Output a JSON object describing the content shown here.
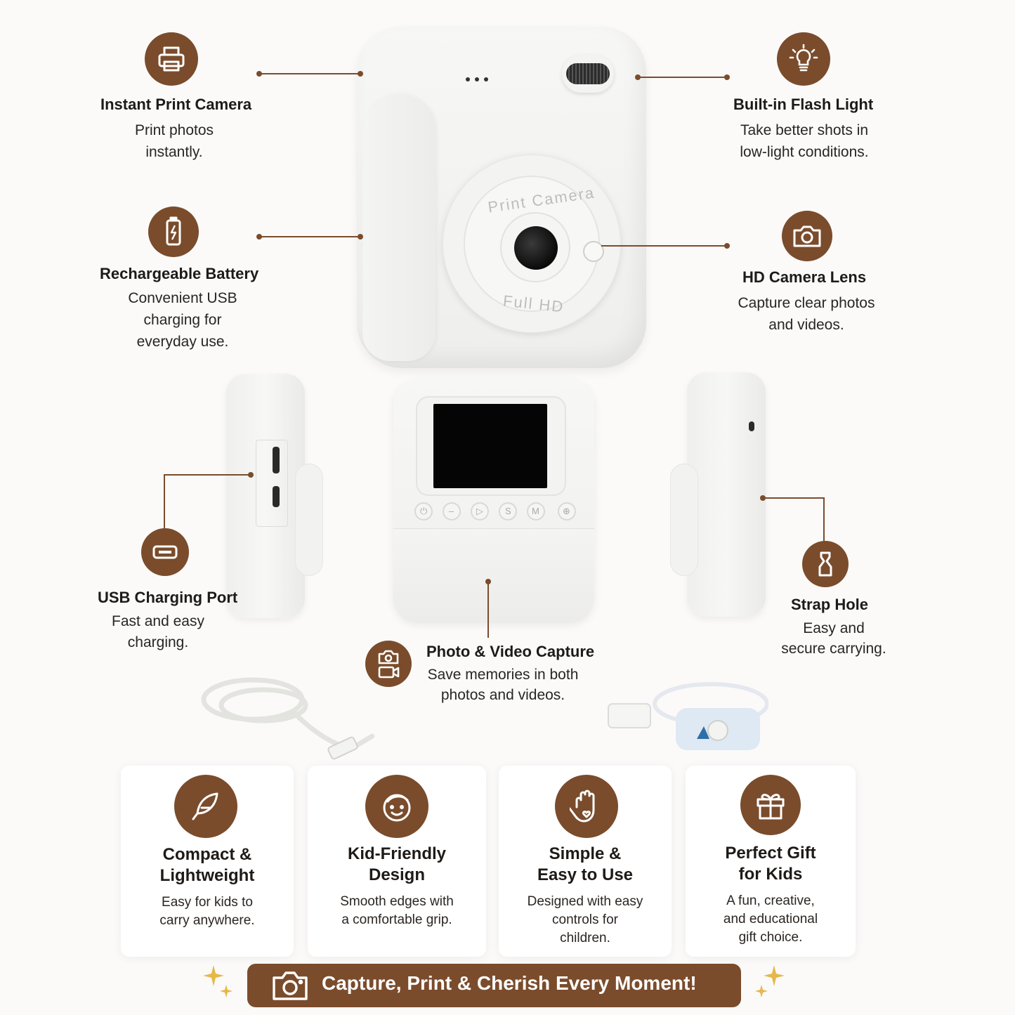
{
  "features": {
    "instant_print": {
      "title": "Instant Print Camera",
      "desc": [
        "Print photos",
        "instantly."
      ],
      "icon": "printer-icon"
    },
    "flash": {
      "title": "Built-in Flash Light",
      "desc": [
        "Take better shots in",
        "low-light conditions."
      ],
      "icon": "lightbulb-icon"
    },
    "battery": {
      "title": "Rechargeable Battery",
      "desc": [
        "Convenient USB",
        "charging for",
        "everyday use."
      ],
      "icon": "battery-icon"
    },
    "lens": {
      "title": "HD Camera Lens",
      "desc": [
        "Capture clear photos",
        "and videos."
      ],
      "icon": "camera-icon"
    },
    "usb": {
      "title": "USB Charging Port",
      "desc": [
        "Fast and easy",
        "charging."
      ],
      "icon": "usb-port-icon"
    },
    "strap": {
      "title": "Strap Hole",
      "desc": [
        "Easy and",
        "secure carrying."
      ],
      "icon": "strap-hole-icon"
    },
    "capture": {
      "title": "Photo & Video Capture",
      "desc": [
        "Save memories in both",
        "photos and videos."
      ],
      "icon": "photo-video-icon"
    }
  },
  "camera_text": {
    "print_camera": "Print Camera",
    "full_hd": "Full HD"
  },
  "back_buttons": [
    "⏻",
    "–",
    "▷",
    "S",
    "M",
    "⊕"
  ],
  "cards": [
    {
      "title": [
        "Compact &",
        "Lightweight"
      ],
      "desc": [
        "Easy for kids to",
        "carry anywhere."
      ],
      "icon": "feather-icon"
    },
    {
      "title": [
        "Kid-Friendly",
        "Design"
      ],
      "desc": [
        "Smooth edges with",
        "a comfortable grip."
      ],
      "icon": "kid-face-icon"
    },
    {
      "title": [
        "Simple &",
        "Easy to Use"
      ],
      "desc": [
        "Designed with easy",
        "controls for",
        "children."
      ],
      "icon": "hand-icon"
    },
    {
      "title": [
        "Perfect Gift",
        "for Kids"
      ],
      "desc": [
        "A fun, creative,",
        "and educational",
        "gift choice."
      ],
      "icon": "gift-icon"
    }
  ],
  "banner": {
    "text": "Capture, Print & Cherish Every Moment!",
    "icon": "camera-icon"
  },
  "colors": {
    "accent": "#7a4c2c",
    "background": "#fbfaf9",
    "card": "#ffffff"
  }
}
